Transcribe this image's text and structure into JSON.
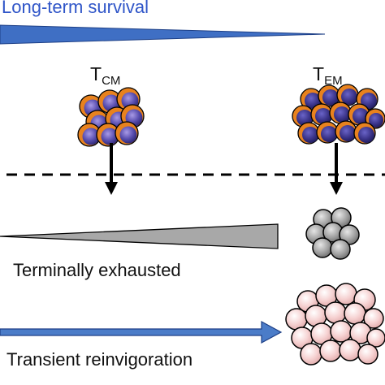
{
  "labels": {
    "long_term_survival": "Long-term survival",
    "terminally_exhausted": "Terminally exhausted",
    "transient_reinvigoration": "Transient reinvigoration"
  },
  "populations": {
    "tcm": {
      "base": "T",
      "sub": "CM"
    },
    "tem": {
      "base": "T",
      "sub": "EM"
    }
  },
  "colors": {
    "survival_wedge": "#3f6fc4",
    "reinvigoration_arrow": "#4b7cc8",
    "exhausted_wedge": "#a8a8a8",
    "memory_cell_rim": "#e8821e",
    "memory_cell_core": "#3a3388",
    "exhausted_cell": "#8c8c8c",
    "reinvigorated_cell": "#f2c4c4"
  }
}
